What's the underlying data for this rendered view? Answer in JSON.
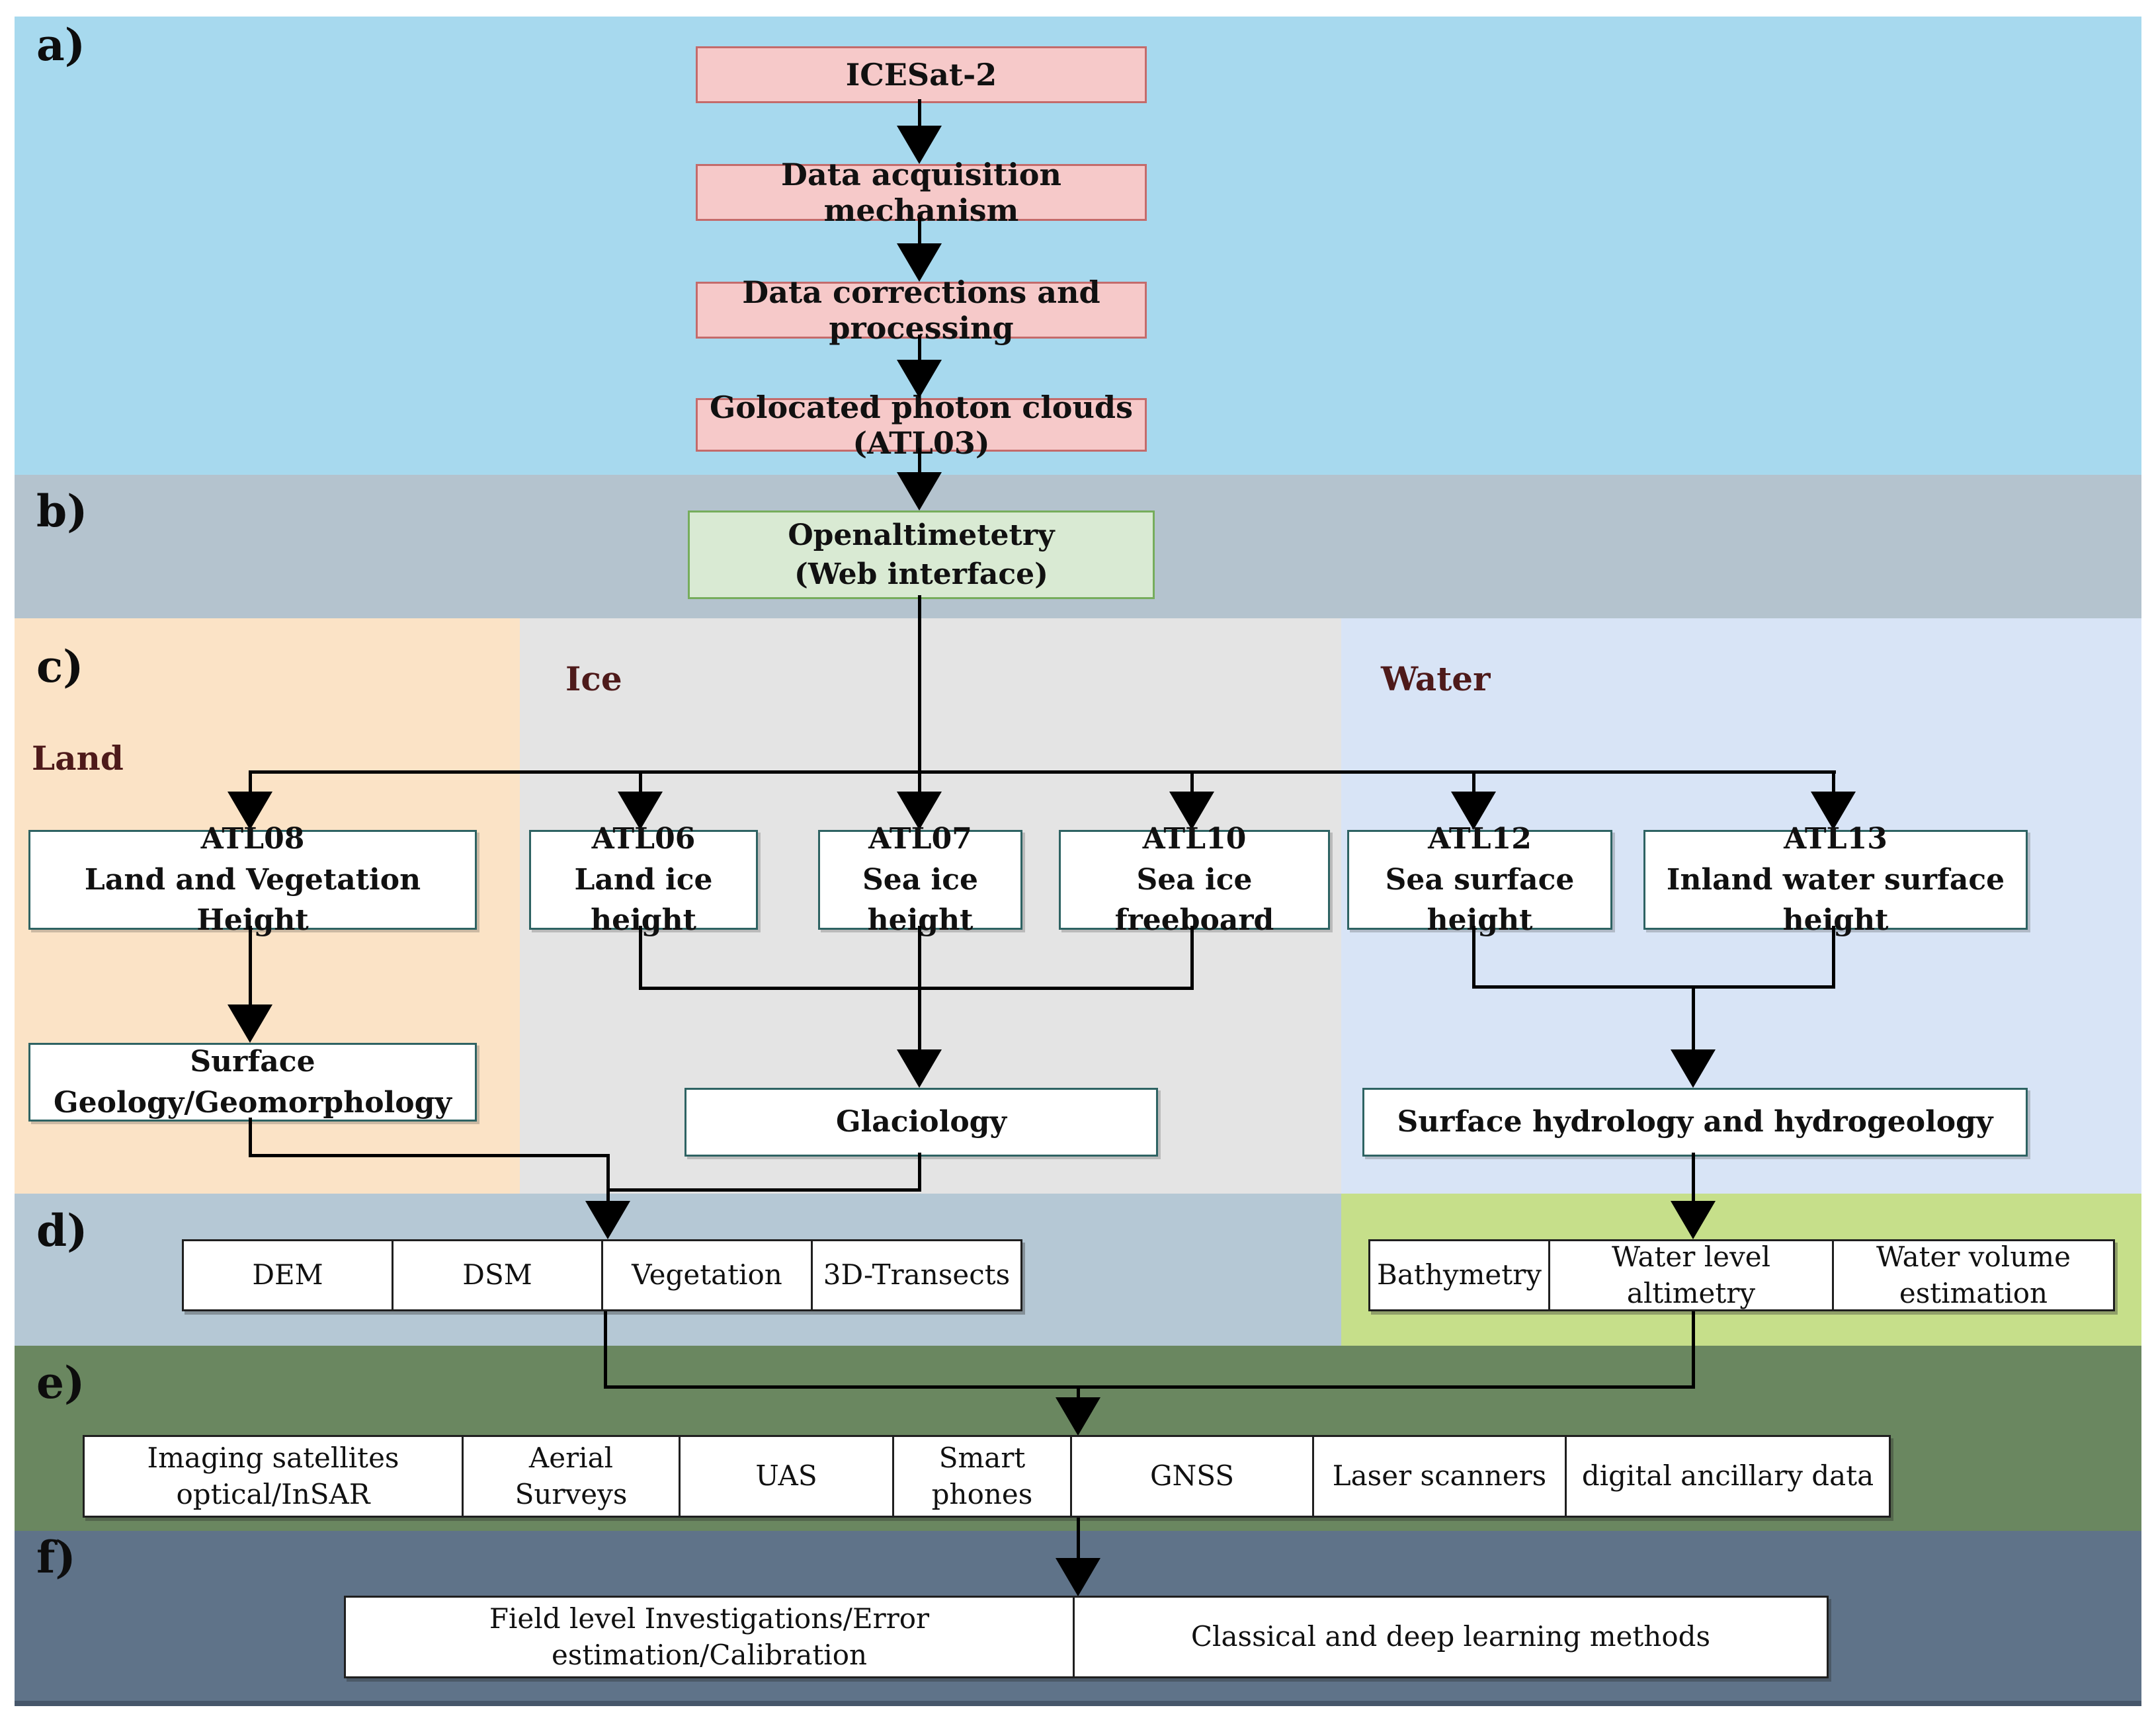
{
  "section_labels": {
    "a": "a)",
    "b": "b)",
    "c": "c)",
    "d": "d)",
    "e": "e)",
    "f": "f)"
  },
  "category_labels": {
    "land": "Land",
    "ice": "Ice",
    "water": "Water"
  },
  "pipeline": [
    "ICESat-2",
    "Data acquisition mechanism",
    "Data corrections and processing",
    "Golocated photon clouds (ATL03)"
  ],
  "web_interface": {
    "line1": "Openaltimetetry",
    "line2": "(Web interface)"
  },
  "products": {
    "atl08": {
      "code": "ATL08",
      "name": "Land and Vegetation Height"
    },
    "atl06": {
      "code": "ATL06",
      "name": "Land ice height"
    },
    "atl07": {
      "code": "ATL07",
      "name": "Sea ice height"
    },
    "atl10": {
      "code": "ATL10",
      "name": "Sea ice freeboard"
    },
    "atl12": {
      "code": "ATL12",
      "name": "Sea surface height"
    },
    "atl13": {
      "code": "ATL13",
      "name": "Inland water surface height"
    }
  },
  "applications": {
    "land": "Surface Geology/Geomorphology",
    "ice": "Glaciology",
    "water": "Surface hydrology and hydrogeology"
  },
  "outputs_land_ice": [
    "DEM",
    "DSM",
    "Vegetation",
    "3D-Transects"
  ],
  "outputs_water": [
    "Bathymetry",
    "Water level altimetry",
    "Water volume estimation"
  ],
  "aux_data": [
    "Imaging satellites optical/InSAR",
    "Aerial Surveys",
    "UAS",
    "Smart phones",
    "GNSS",
    "Laser scanners",
    "digital ancillary data"
  ],
  "methods": [
    "Field level Investigations/Error estimation/Calibration",
    "Classical and deep learning methods"
  ],
  "colors": {
    "section_a_bg": "#a7d9ee",
    "section_b_bg": "#b4c3ce",
    "land_bg": "#fbe3c6",
    "ice_bg": "#e4e4e4",
    "water_bg": "#d8e4f6",
    "outputs_left_bg": "#b5c8d5",
    "outputs_water_bg": "#c6df8a",
    "section_e_bg": "#6a8760",
    "section_f_bg": "#5f7389",
    "pink_box_fill": "#f6c9c9",
    "pink_box_border": "#c46b6b",
    "green_box_fill": "#d9ead3",
    "green_box_border": "#76ad5c",
    "teal_box_border": "#2e6363",
    "category_label_color": "#4e1a1a",
    "connector_color": "#000000"
  }
}
